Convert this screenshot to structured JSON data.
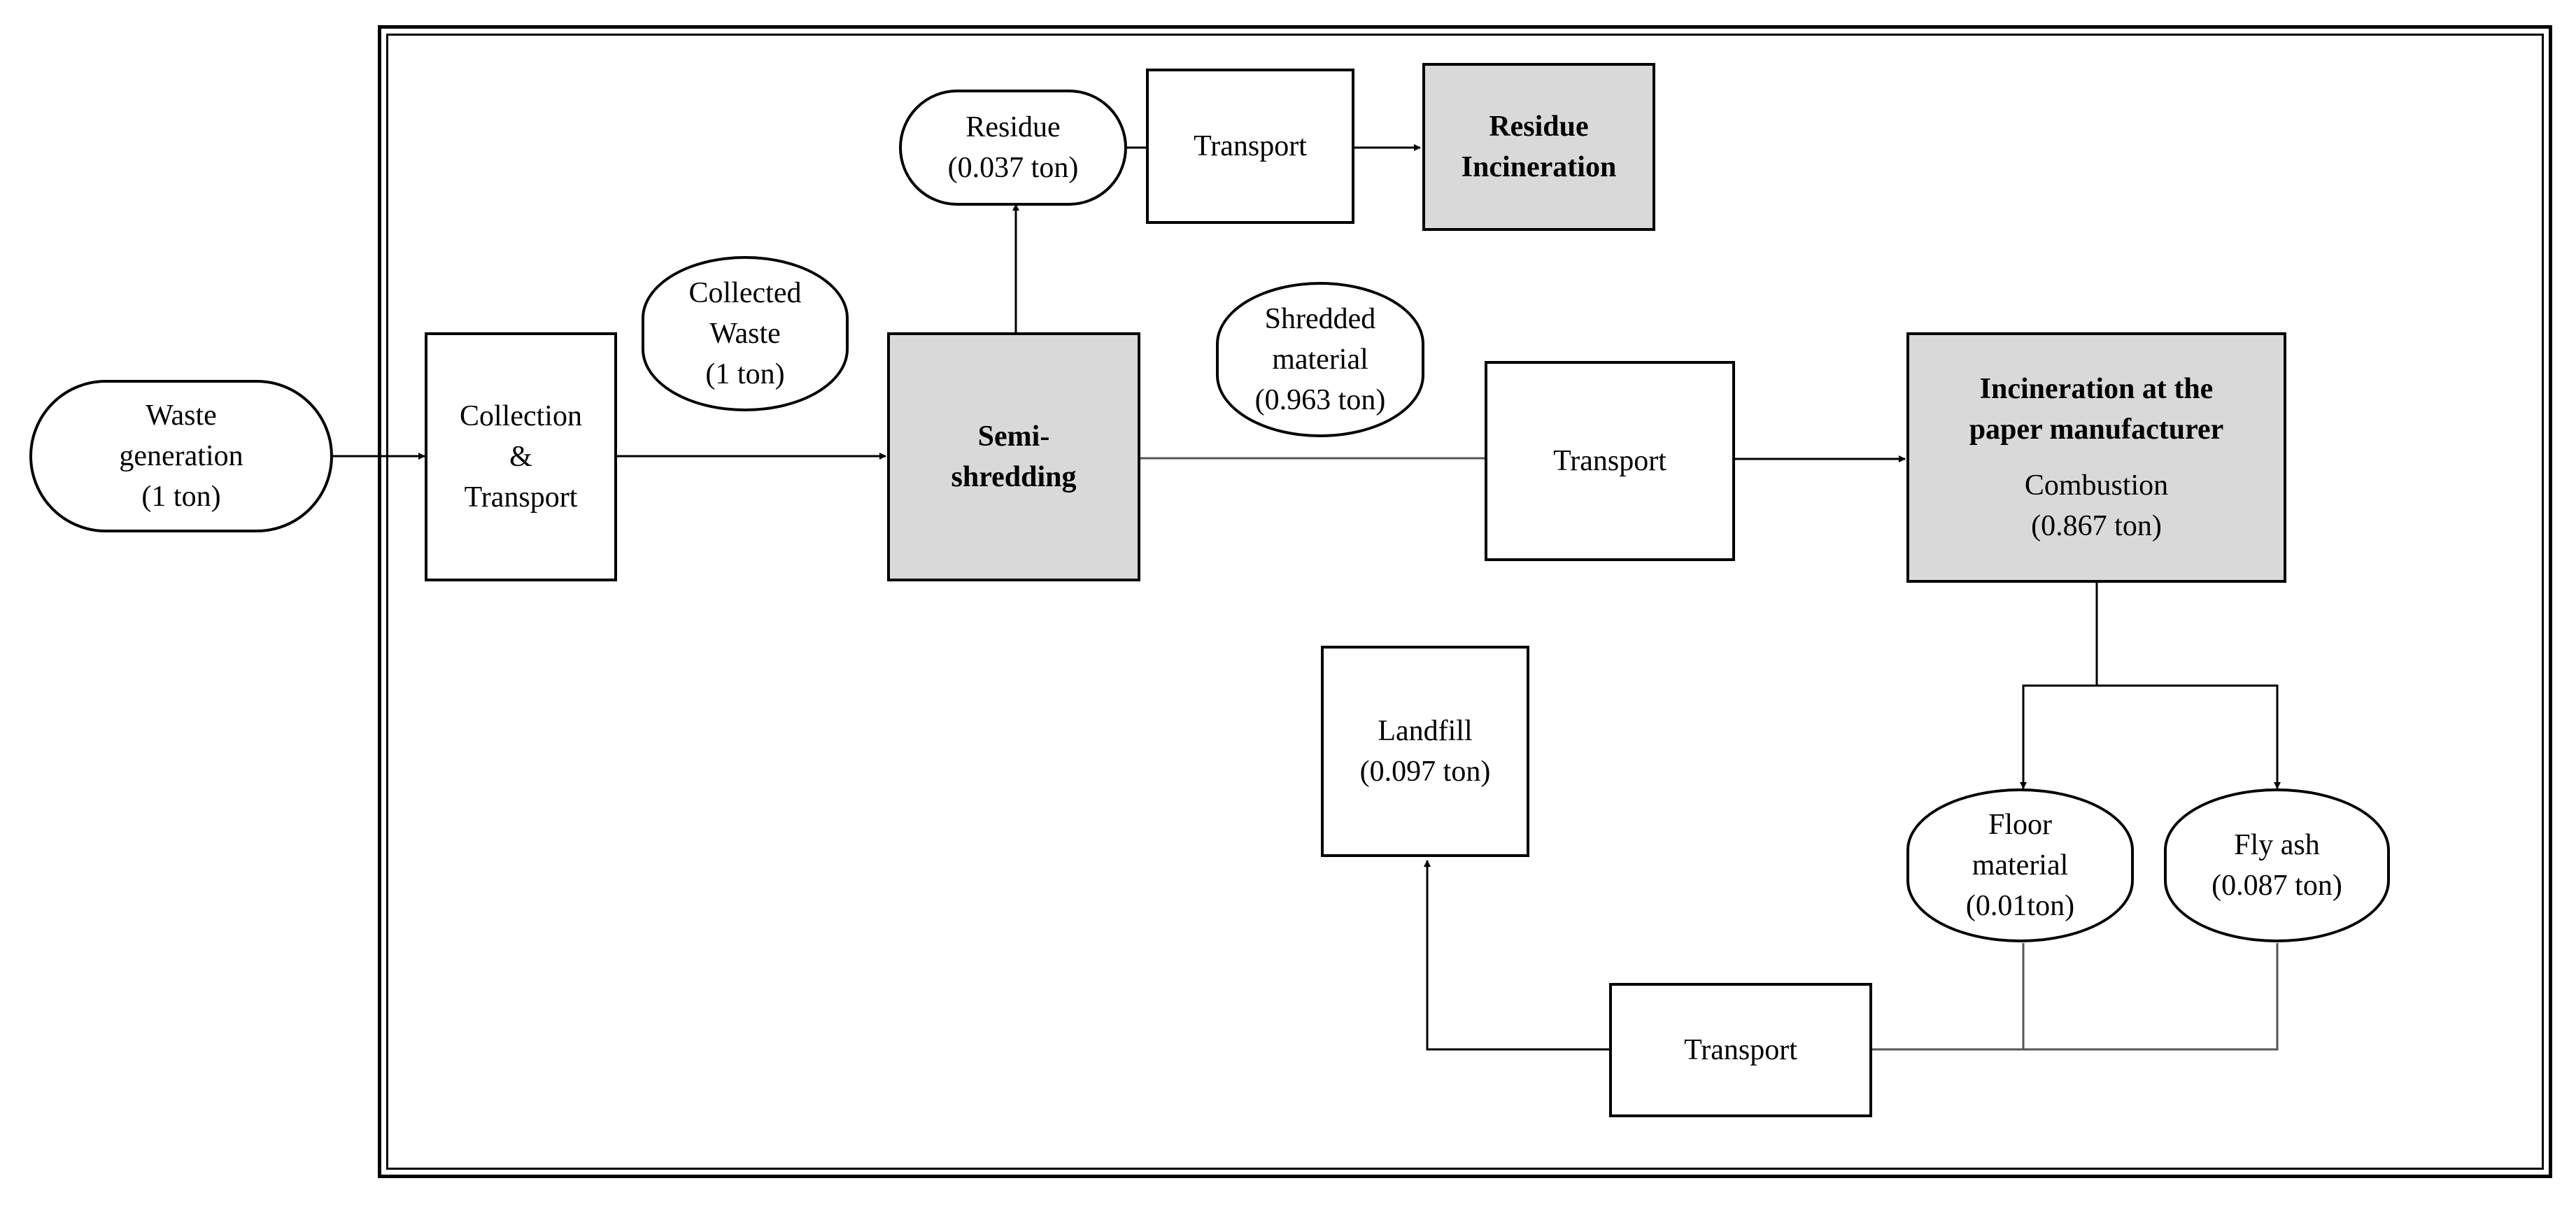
{
  "nodes": {
    "waste_generation": [
      "Waste",
      "generation",
      "(1 ton)"
    ],
    "collection_transport": [
      "Collection",
      "&",
      "Transport"
    ],
    "collected_waste": [
      "Collected",
      "Waste",
      "(1 ton)"
    ],
    "semi_shredding": [
      "Semi-",
      "shredding"
    ],
    "residue": [
      "Residue",
      "(0.037 ton)"
    ],
    "transport_residue": "Transport",
    "residue_incineration": [
      "Residue",
      "Incineration"
    ],
    "shredded_material": [
      "Shredded",
      "material",
      "(0.963 ton)"
    ],
    "transport_main": "Transport",
    "incineration": {
      "title": [
        "Incineration at the",
        "paper manufacturer"
      ],
      "sub": [
        "Combustion",
        "(0.867 ton)"
      ]
    },
    "landfill": [
      "Landfill",
      "(0.097 ton)"
    ],
    "floor_material": [
      "Floor",
      "material",
      "(0.01ton)"
    ],
    "fly_ash": [
      "Fly ash",
      "(0.087 ton)"
    ],
    "transport_bottom": "Transport"
  },
  "colors": {
    "process_fill": "#d9d9d9",
    "line": "#000000",
    "connector": "#555555"
  }
}
